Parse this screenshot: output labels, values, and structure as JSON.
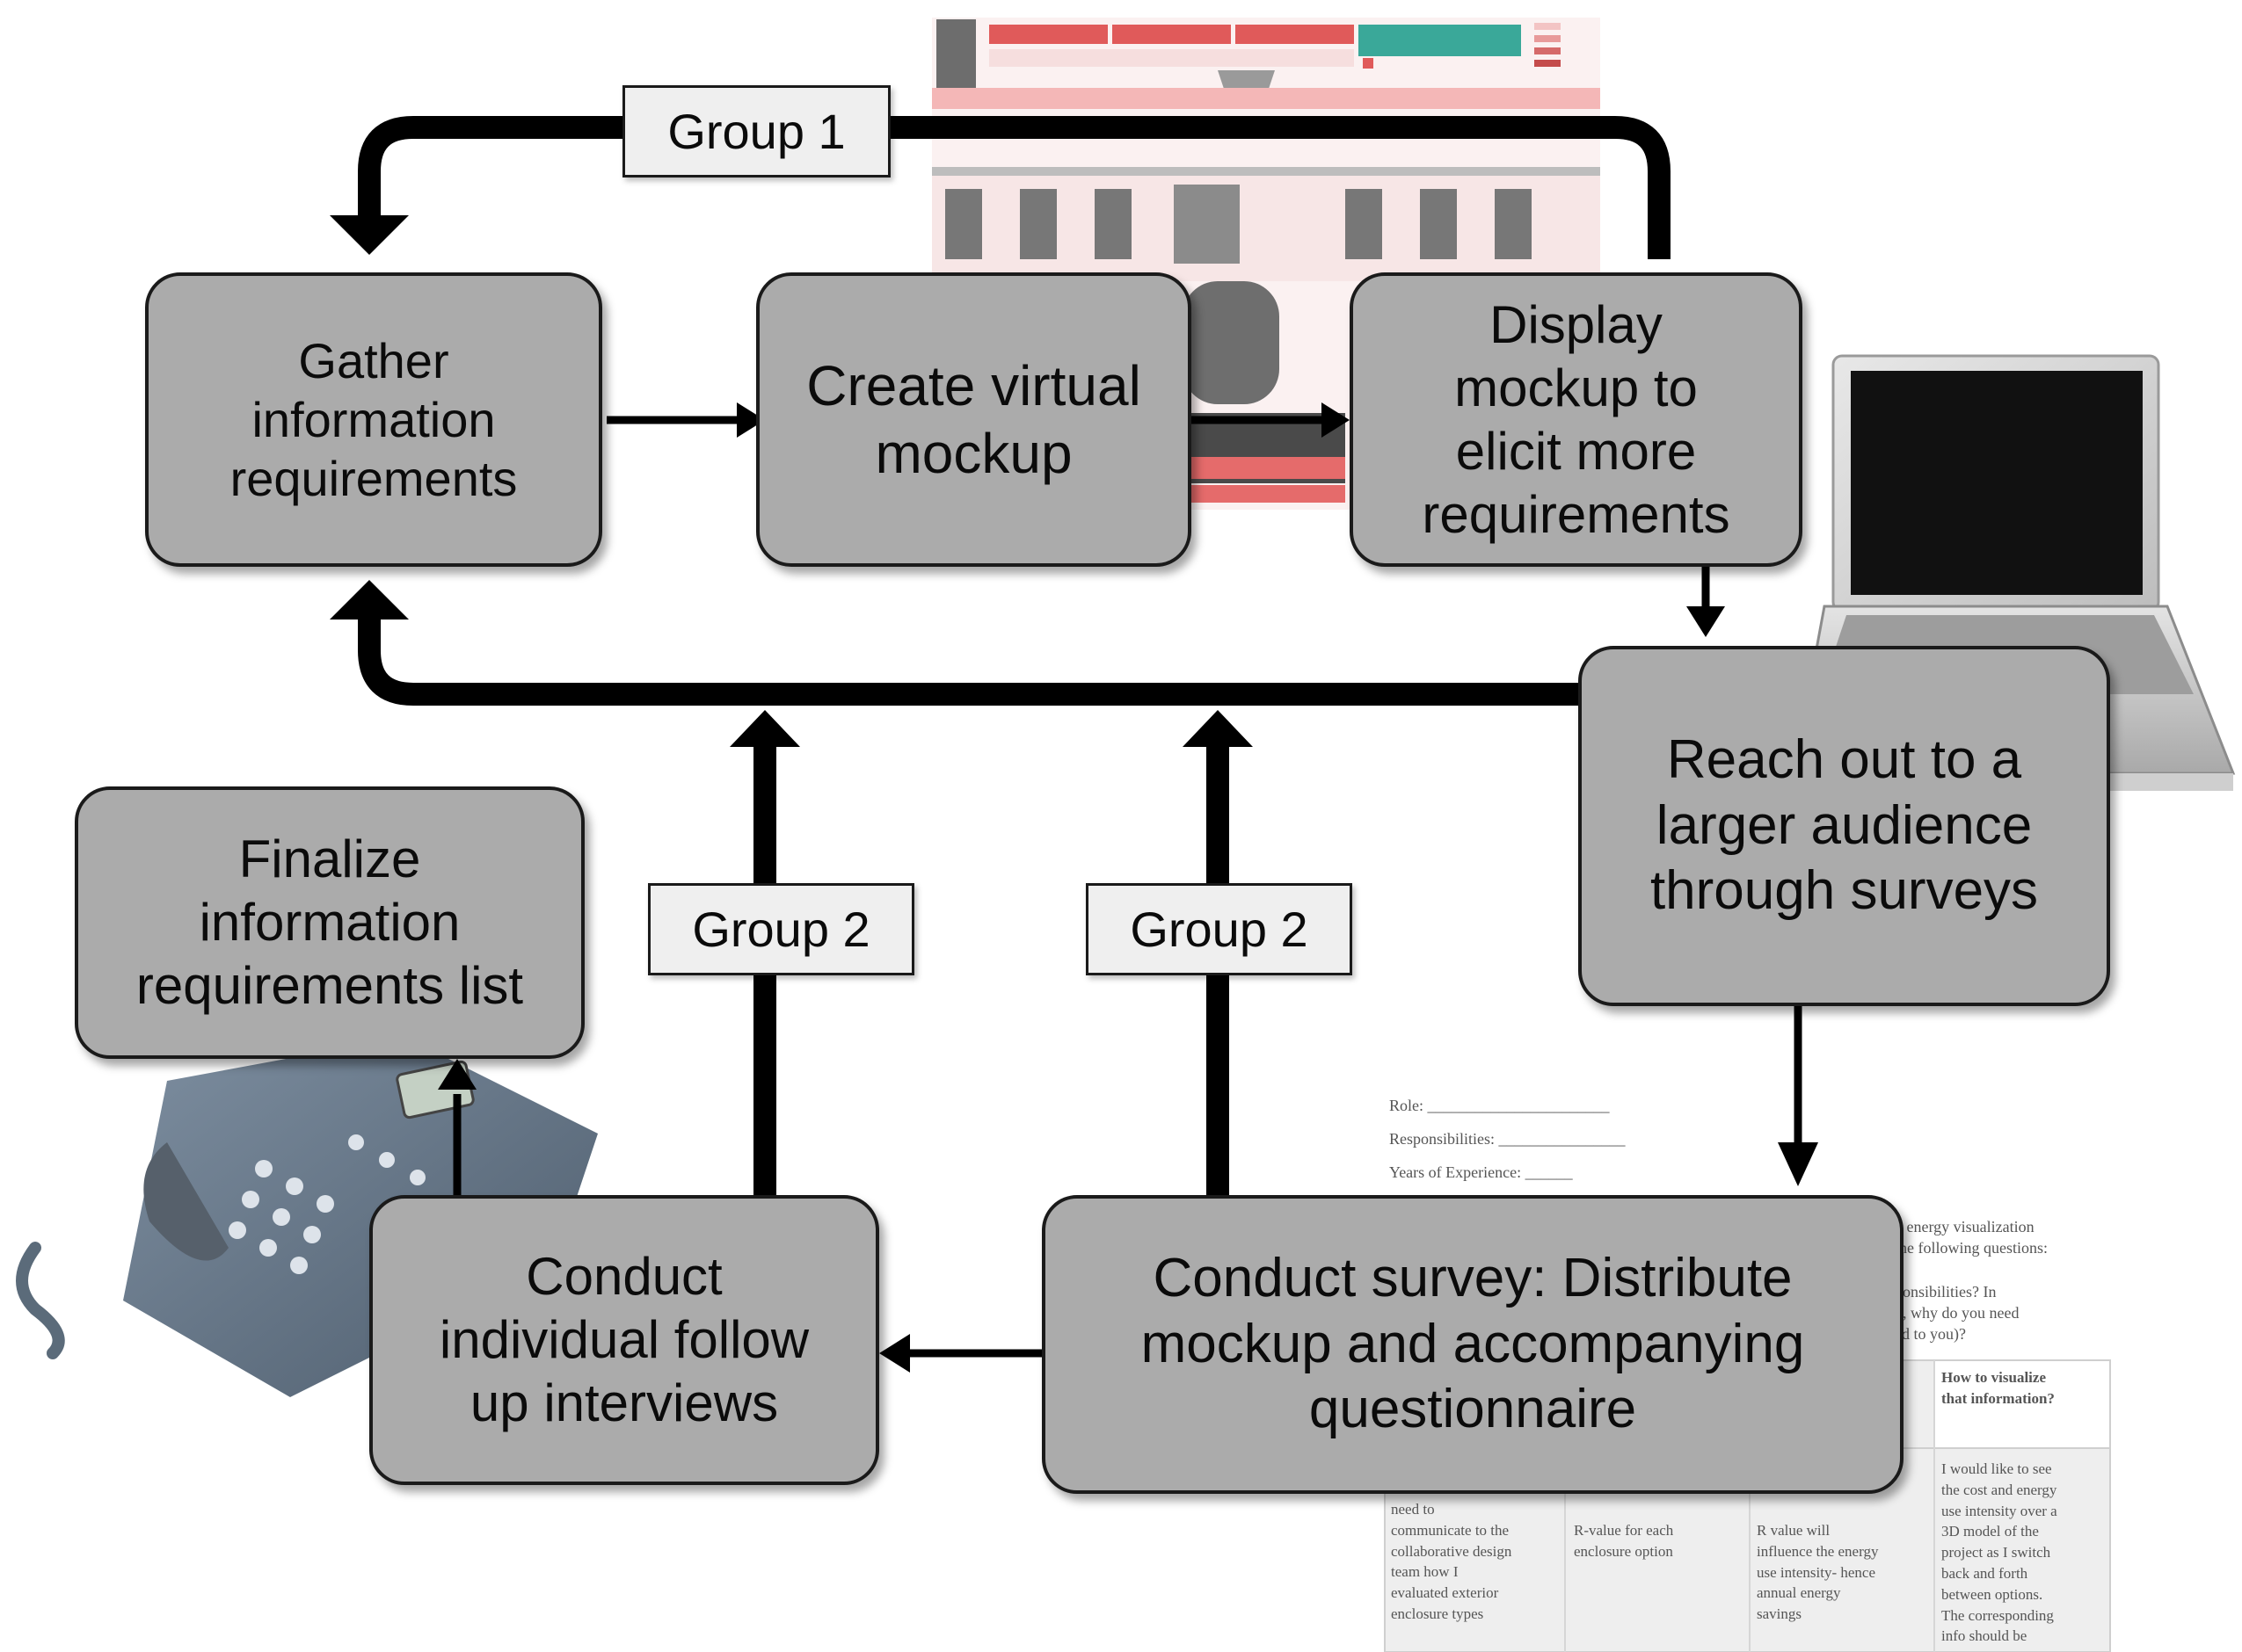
{
  "nodes": {
    "gather": "Gather\ninformation\nrequirements",
    "create": "Create virtual\nmockup",
    "display": "Display\nmockup to\nelicit more\nrequirements",
    "reach": "Reach out to a\nlarger audience\nthrough surveys",
    "finalize": "Finalize\ninformation\nrequirements list",
    "interviews": "Conduct\nindividual follow\nup interviews",
    "survey": "Conduct survey: Distribute\nmockup and accompanying\nquestionnaire"
  },
  "tags": {
    "group1": "Group 1",
    "group2_left": "Group 2",
    "group2_right": "Group 2"
  },
  "questionnaire": {
    "role": "Role: _______________________",
    "responsibilities": "Responsibilities: ________________",
    "years": "Years of Experience: ______",
    "intro_1": "n energy visualization",
    "intro_2": "the following questions:",
    "q1": "ponsibilities? In",
    "q2": "d, why do you need",
    "q3": "ed to you)?",
    "header_how": "How to visualize\nthat information?",
    "cell_1": "need to\ncommunicate to the\ncollaborative design\nteam how I\nevaluated exterior\nenclosure types",
    "cell_2": "R-value for each\nenclosure option",
    "cell_3": "R value will\ninfluence the energy\nuse intensity- hence\nannual energy\nsavings",
    "cell_4": "I would like to see\nthe cost and energy\nuse intensity over a\n3D model of the\nproject as I switch\nback and forth\nbetween options.\nThe corresponding\ninfo should be"
  },
  "colors": {
    "node_fill": "#ababab",
    "arrow": "#000000",
    "tag_fill": "#efefef",
    "mockup_accent": "#e05a5a",
    "mockup_teal": "#3aa899"
  },
  "icons": [
    "laptop-illustration",
    "telephone-illustration",
    "building-mockup-illustration",
    "questionnaire-illustration"
  ]
}
